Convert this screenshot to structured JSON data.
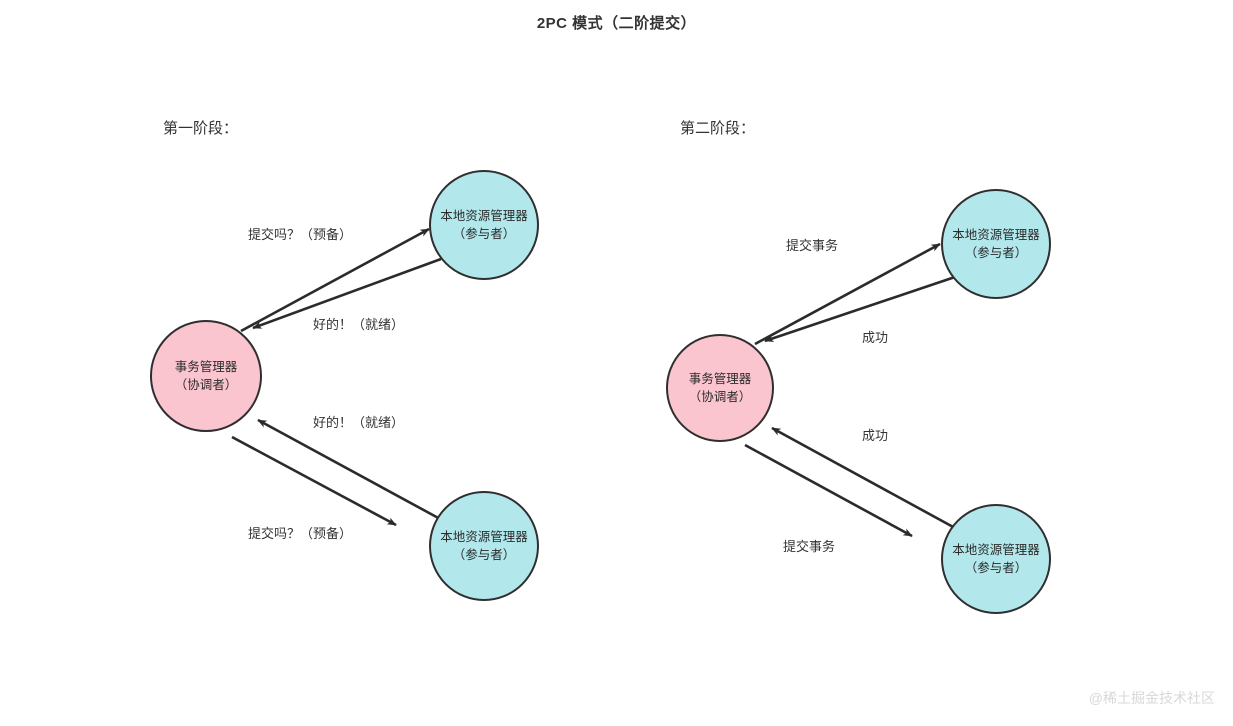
{
  "title": "2PC 模式（二阶提交）",
  "watermark": "@稀土掘金技术社区",
  "colors": {
    "participant_fill": "#b2e8ec",
    "coordinator_fill": "#fbc5cf",
    "node_stroke": "#2f2f2f",
    "arrow": "#2b2b2b",
    "text": "#333333",
    "background": "#ffffff",
    "watermark": "#d8d8d8"
  },
  "phases": [
    {
      "label": "第一阶段：",
      "coordinator": {
        "line1": "事务管理器",
        "line2": "（协调者）"
      },
      "participants": [
        {
          "line1": "本地资源管理器",
          "line2": "（参与者）"
        },
        {
          "line1": "本地资源管理器",
          "line2": "（参与者）"
        }
      ],
      "edges": [
        {
          "label": "提交吗？（预备）",
          "from": "coordinator",
          "to": "participant-top"
        },
        {
          "label": "好的！（就绪）",
          "from": "participant-top",
          "to": "coordinator"
        },
        {
          "label": "好的！（就绪）",
          "from": "participant-bottom",
          "to": "coordinator"
        },
        {
          "label": "提交吗？（预备）",
          "from": "coordinator",
          "to": "participant-bottom"
        }
      ]
    },
    {
      "label": "第二阶段：",
      "coordinator": {
        "line1": "事务管理器",
        "line2": "（协调者）"
      },
      "participants": [
        {
          "line1": "本地资源管理器",
          "line2": "（参与者）"
        },
        {
          "line1": "本地资源管理器",
          "line2": "（参与者）"
        }
      ],
      "edges": [
        {
          "label": "提交事务",
          "from": "coordinator",
          "to": "participant-top"
        },
        {
          "label": "成功",
          "from": "participant-top",
          "to": "coordinator"
        },
        {
          "label": "成功",
          "from": "participant-bottom",
          "to": "coordinator"
        },
        {
          "label": "提交事务",
          "from": "coordinator",
          "to": "participant-bottom"
        }
      ]
    }
  ]
}
